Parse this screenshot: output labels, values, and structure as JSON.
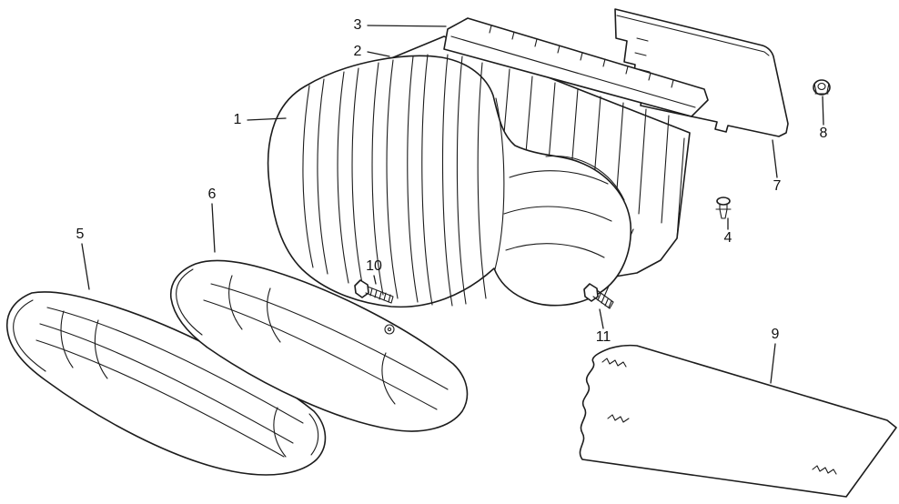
{
  "colors": {
    "background": "#ffffff",
    "line": "#1c1c1c"
  },
  "callouts": [
    {
      "label": "1"
    },
    {
      "label": "2"
    },
    {
      "label": "3"
    },
    {
      "label": "4"
    },
    {
      "label": "5"
    },
    {
      "label": "6"
    },
    {
      "label": "7"
    },
    {
      "label": "8"
    },
    {
      "label": "9"
    },
    {
      "label": "10"
    },
    {
      "label": "11"
    }
  ]
}
